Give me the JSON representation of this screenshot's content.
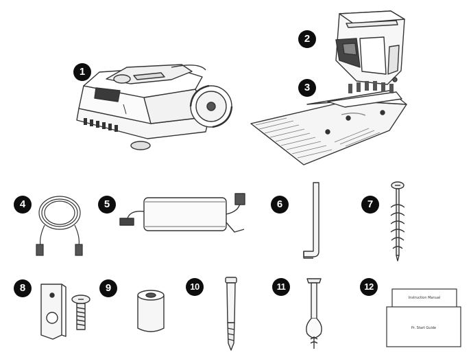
{
  "colors": {
    "line": "#333333",
    "badge": "#0d0d0d",
    "light": "#f4f4f4",
    "mid": "#bdbdbd",
    "dark": "#555555"
  },
  "labels": [
    "1",
    "2",
    "3",
    "4",
    "5",
    "6",
    "7",
    "8",
    "9",
    "10",
    "11",
    "12"
  ],
  "items": [
    {
      "number": "1",
      "icon": "robotic-lawn-mower"
    },
    {
      "number": "2",
      "icon": "charging-station-cover"
    },
    {
      "number": "3",
      "icon": "charging-station-base"
    },
    {
      "number": "4",
      "icon": "extension-cable"
    },
    {
      "number": "5",
      "icon": "power-adapter"
    },
    {
      "number": "6",
      "icon": "hex-key"
    },
    {
      "number": "7",
      "icon": "ground-screw"
    },
    {
      "number": "8",
      "icon": "bracket-and-bolt"
    },
    {
      "number": "9",
      "icon": "spacer-sleeve"
    },
    {
      "number": "10",
      "icon": "peg"
    },
    {
      "number": "11",
      "icon": "installation-tool"
    },
    {
      "number": "12",
      "icon": "documents"
    }
  ],
  "documents": {
    "manual_title": "Instruction Manual",
    "guide_title": "Pr. Start Guide"
  }
}
